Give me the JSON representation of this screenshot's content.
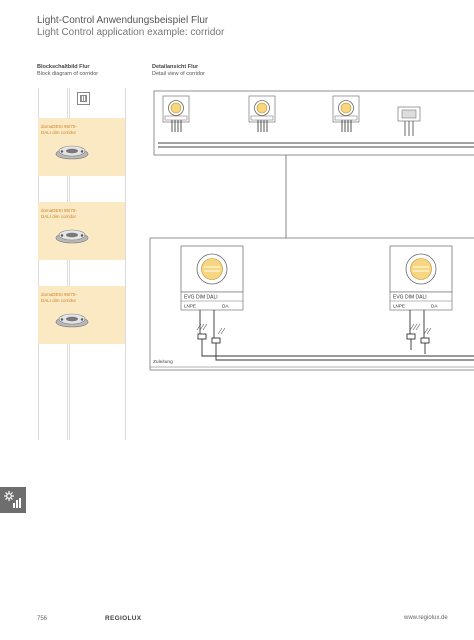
{
  "header": {
    "title_de": "Light-Control Anwendungsbeispiel Flur",
    "title_en": "Light Control application example: corridor"
  },
  "block_diagram": {
    "label_de": "Blockschaltbild Flur",
    "label_en": "Block diagram of corridor",
    "zones": [
      {
        "label_line1": "domaDESI 98/70-",
        "label_line2": "DALI dim corridor"
      },
      {
        "label_line1": "domaDESI 98/70-",
        "label_line2": "DALI dim corridor"
      },
      {
        "label_line1": "domaDESI 98/70-",
        "label_line2": "DALI dim corridor"
      }
    ]
  },
  "detail_view": {
    "label_de": "Detailansicht Flur",
    "label_en": "Detail view of corridor",
    "ballast_label": "EVG DIM DALI",
    "terminal_left": "LNPE",
    "terminal_right": "DA",
    "feed_label": "Zuleitung"
  },
  "footer": {
    "page_number": "756",
    "brand": "REGIOLUX",
    "url": "www.regiolux.de"
  },
  "icons": [
    "light-sensor-icon",
    "lamp-icon",
    "switch-icon"
  ],
  "colors": {
    "zone_highlight": "#fbe9c4",
    "zone_label": "#c9862a",
    "side_tab": "#6e6e6e"
  }
}
